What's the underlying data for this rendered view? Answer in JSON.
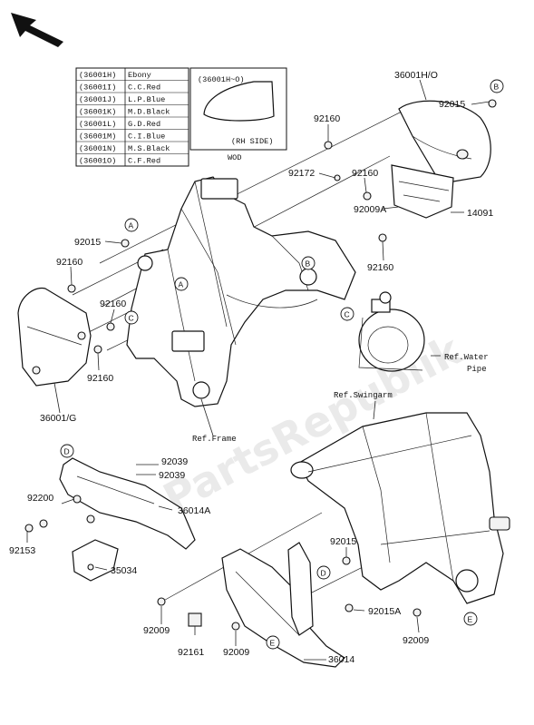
{
  "watermark": "PartsRepublik",
  "color_table": {
    "rows": [
      {
        "code": "(36001H)",
        "color": "Ebony"
      },
      {
        "code": "(36001I)",
        "color": "C.C.Red"
      },
      {
        "code": "(36001J)",
        "color": "L.P.Blue"
      },
      {
        "code": "(36001K)",
        "color": "M.D.Black"
      },
      {
        "code": "(36001L)",
        "color": "G.D.Red"
      },
      {
        "code": "(36001M)",
        "color": "C.I.Blue"
      },
      {
        "code": "(36001N)",
        "color": "M.S.Black"
      },
      {
        "code": "(36001O)",
        "color": "C.F.Red"
      }
    ]
  },
  "inset": {
    "code": "(36001H~O)",
    "side": "(RH SIDE)",
    "note": "WOD"
  },
  "part_labels": {
    "p36001HO": "36001H/O",
    "p92015_tr": "92015",
    "p92160_t1": "92160",
    "p92172": "92172",
    "p92160_t2": "92160",
    "p92009A": "92009A",
    "p14091": "14091",
    "p92160_r": "92160",
    "p92015_l": "92015",
    "p92160_l1": "92160",
    "p92160_l2": "92160",
    "p92160_l3": "92160",
    "p36001G": "36001/G",
    "p92039_a": "92039",
    "p92039_b": "92039",
    "p92200": "92200",
    "p36014A": "36014A",
    "p92153": "92153",
    "p35034": "35034",
    "p92015_m": "92015",
    "p92015A": "92015A",
    "p92009_l": "92009",
    "p92161": "92161",
    "p92009_m": "92009",
    "p36014": "36014",
    "p92009_r": "92009"
  },
  "references": {
    "frame": "Ref.Frame",
    "water_pipe_1": "Ref.Water",
    "water_pipe_2": "Pipe",
    "swingarm": "Ref.Swingarm"
  },
  "callouts": {
    "A": "A",
    "B": "B",
    "C": "C",
    "D": "D",
    "E": "E"
  }
}
